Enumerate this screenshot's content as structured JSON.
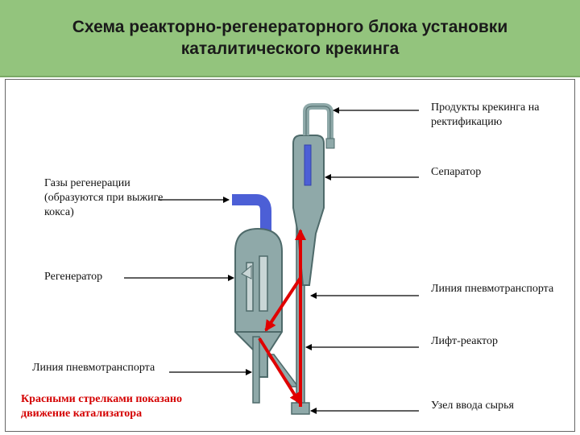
{
  "header": {
    "title_line1": "Схема реакторно-регенераторного блока установки",
    "title_line2": "каталитического крекинга"
  },
  "labels": {
    "products": [
      "Продукты крекинга на",
      "ректификацию"
    ],
    "separator": "Сепаратор",
    "regen_gases": [
      "Газы регенерации",
      "(образуются при выжиге",
      "кокса)"
    ],
    "regenerator": "Регенератор",
    "pneumo_right": "Линия пневмотранспорта",
    "lift_reactor": "Лифт-реактор",
    "pneumo_left": "Линия пневмотранспорта",
    "feed_unit": "Узел ввода сырья"
  },
  "note": [
    "Красными стрелками показано",
    "движение катализатора"
  ],
  "colors": {
    "header_bg": "#93c47d",
    "vessel": "#8fa9a9",
    "vessel_dark": "#5f7b7b",
    "flue_pipe": "#4c5fd6",
    "arrow_red": "#e00000",
    "note_red": "#d40000"
  }
}
